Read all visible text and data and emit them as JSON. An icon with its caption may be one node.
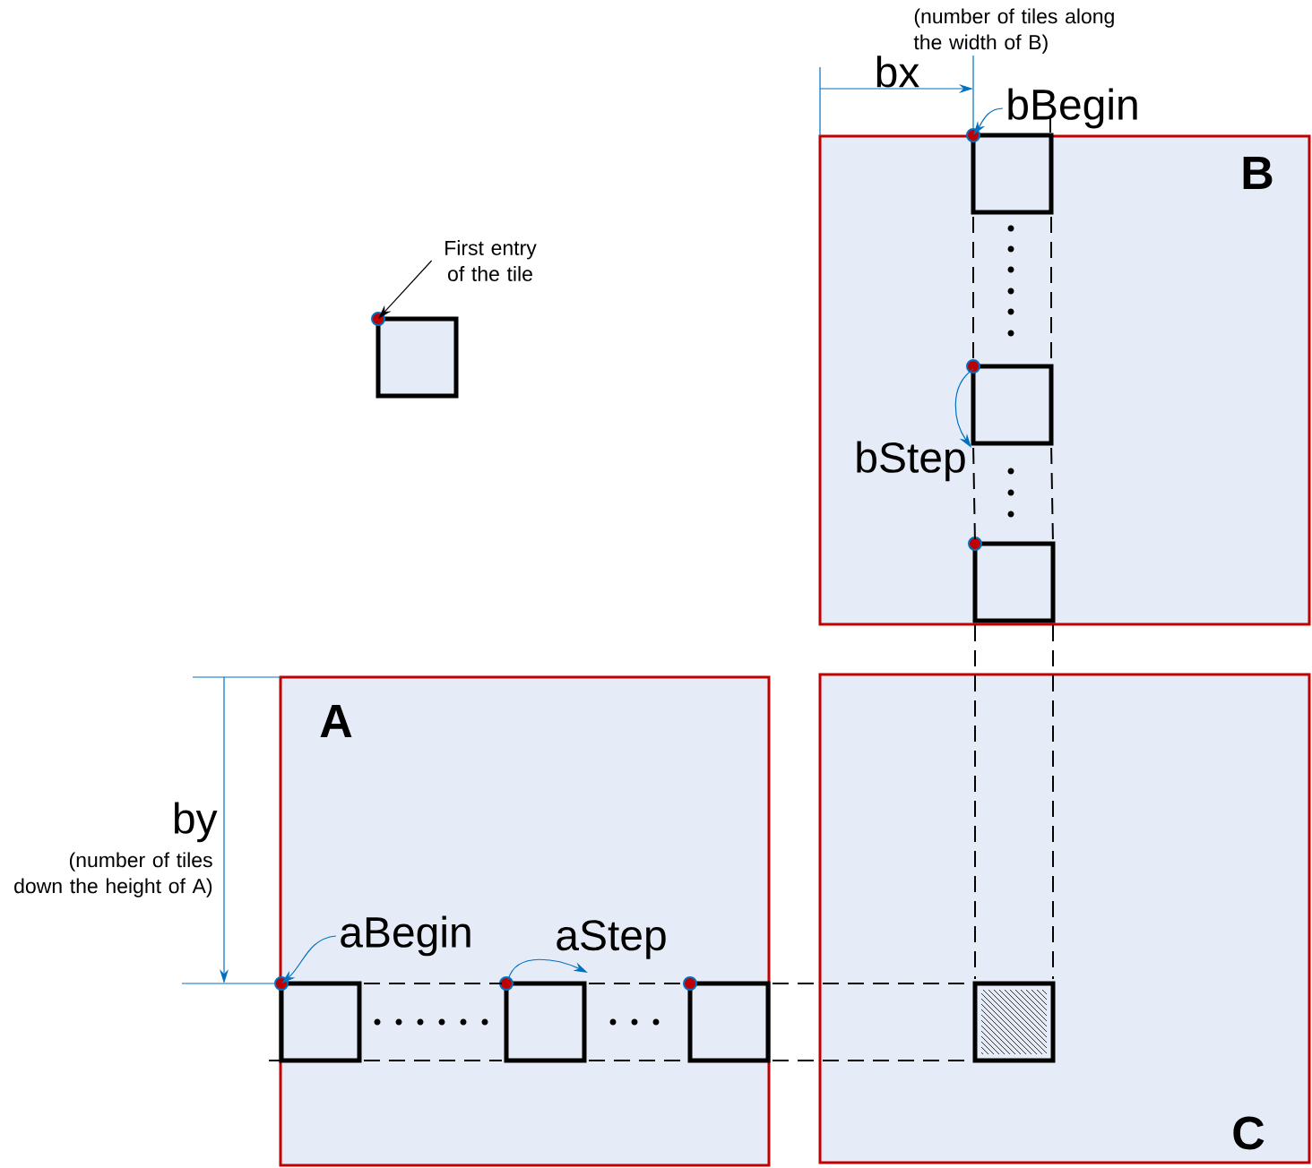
{
  "diagram": {
    "nodes": [
      {
        "text": [
          "B"
        ]
      },
      {
        "text": [
          "A"
        ]
      },
      {
        "text": [
          "C"
        ]
      },
      {
        "text": [
          "First entry of the tile"
        ]
      },
      {
        "text": [],
        "shape": "box"
      },
      {
        "text": [
          "bBegin"
        ]
      },
      {
        "text": [],
        "shape": "box",
        "in": 0
      },
      {
        "text": [],
        "shape": "box",
        "in": 0
      },
      {
        "text": [],
        "shape": "box",
        "in": 0
      },
      {
        "text": [
          "aBegin"
        ],
        "in": 1
      },
      {
        "text": [],
        "shape": "box",
        "in": 1
      },
      {
        "text": [],
        "shape": "box",
        "in": 1
      },
      {
        "text": [],
        "shape": "box",
        "in": 1
      },
      {
        "text": [],
        "shape": "box",
        "in": 2
      }
    ],
    "edges": [
      {
        "from": 3,
        "to": 4,
        "arrow": "to"
      },
      {
        "from": 5,
        "to": 6,
        "arrow": "to",
        "color": "#0070c0"
      },
      {
        "from": 9,
        "to": 10,
        "arrow": "to",
        "color": "#0070c0"
      },
      {
        "from": 6,
        "to": 7,
        "arrow": "none",
        "style": "dashed"
      },
      {
        "from": 6,
        "to": 7,
        "arrow": "none",
        "style": "dashed"
      },
      {
        "from": 7,
        "to": 8,
        "arrow": "none",
        "style": "dashed"
      },
      {
        "from": 7,
        "to": 8,
        "arrow": "none",
        "style": "dashed"
      },
      {
        "from": 8,
        "to": 13,
        "arrow": "none",
        "style": "dashed"
      },
      {
        "from": 8,
        "to": 13,
        "arrow": "none",
        "style": "dashed"
      },
      {
        "from": 10,
        "to": 11,
        "arrow": "none",
        "style": "dashed"
      },
      {
        "from": 10,
        "to": 11,
        "arrow": "none",
        "style": "dashed"
      },
      {
        "from": 11,
        "to": 12,
        "arrow": "none",
        "style": "dashed"
      },
      {
        "from": 11,
        "to": 12,
        "arrow": "none",
        "style": "dashed"
      },
      {
        "from": 12,
        "to": 13,
        "arrow": "none",
        "style": "dashed"
      },
      {
        "from": 12,
        "to": 13,
        "arrow": "none",
        "style": "dashed"
      }
    ],
    "labels": [
      "(number of tiles along the width of B)",
      "bx",
      "bStep",
      "by",
      "(number of tiles down the height of A)",
      "aStep"
    ]
  }
}
